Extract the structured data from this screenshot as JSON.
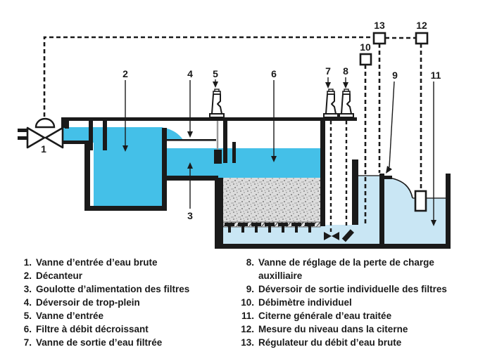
{
  "figure": {
    "type": "process-schematic",
    "subject": "Filtre à débit décroissant — schéma de filtration d'eau"
  },
  "colors": {
    "raw_water": "#44C0E8",
    "treated_water": "#C9E6F4",
    "sand": "#DCDCDC",
    "line": "#1A1A1A"
  },
  "callouts": {
    "1": "1",
    "2": "2",
    "3": "3",
    "4": "4",
    "5": "5",
    "6": "6",
    "7": "7",
    "8": "8",
    "9": "9",
    "10": "10",
    "11": "11",
    "12": "12",
    "13": "13"
  },
  "legend": {
    "left": [
      {
        "num": "1.",
        "label": "Vanne d’entrée d’eau brute"
      },
      {
        "num": "2.",
        "label": "Décanteur"
      },
      {
        "num": "3.",
        "label": "Goulotte d’alimentation des filtres"
      },
      {
        "num": "4.",
        "label": "Déversoir de trop-plein"
      },
      {
        "num": "5.",
        "label": "Vanne d’entrée"
      },
      {
        "num": "6.",
        "label": "Filtre à débit décroissant"
      },
      {
        "num": "7.",
        "label": "Vanne de sortie d’eau filtrée"
      }
    ],
    "right": [
      {
        "num": "8.",
        "label": "Vanne de réglage de la perte de charge auxilliaire"
      },
      {
        "num": "9.",
        "label": "Déversoir de sortie individuelle des filtres"
      },
      {
        "num": "10.",
        "label": "Débimètre individuel"
      },
      {
        "num": "11.",
        "label": "Citerne générale d’eau traitée"
      },
      {
        "num": "12.",
        "label": "Mesure du niveau dans la citerne"
      },
      {
        "num": "13.",
        "label": "Régulateur du débit d’eau brute"
      }
    ]
  }
}
